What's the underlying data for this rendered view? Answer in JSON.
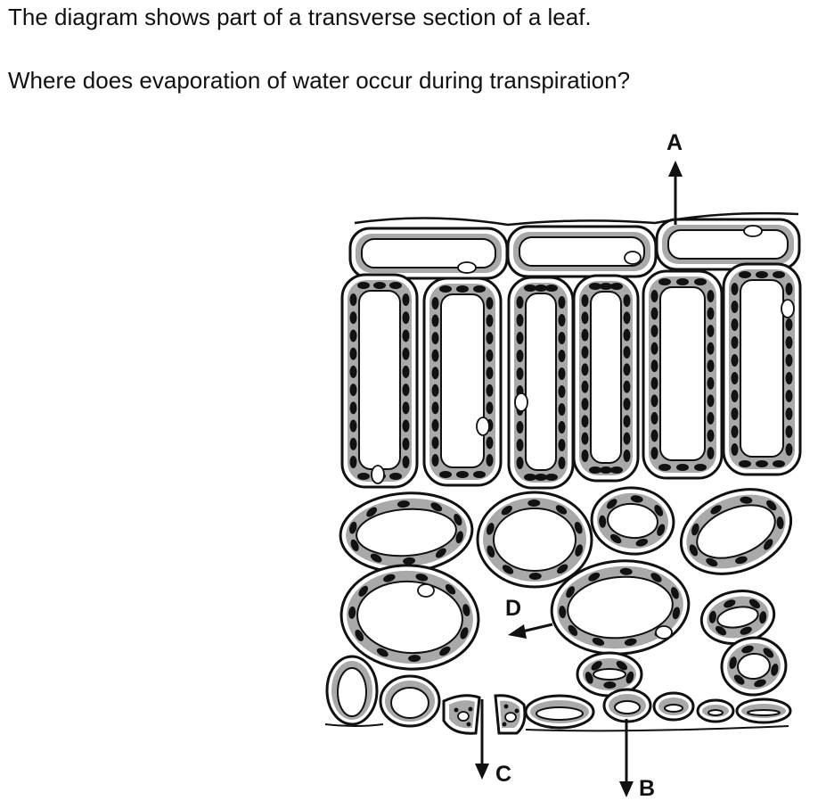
{
  "question": {
    "intro": "The diagram shows part of a transverse section of a leaf.",
    "prompt": "Where does evaporation of water occur during transpiration?"
  },
  "diagram": {
    "labels": {
      "a": "A",
      "b": "B",
      "c": "C",
      "d": "D"
    }
  }
}
